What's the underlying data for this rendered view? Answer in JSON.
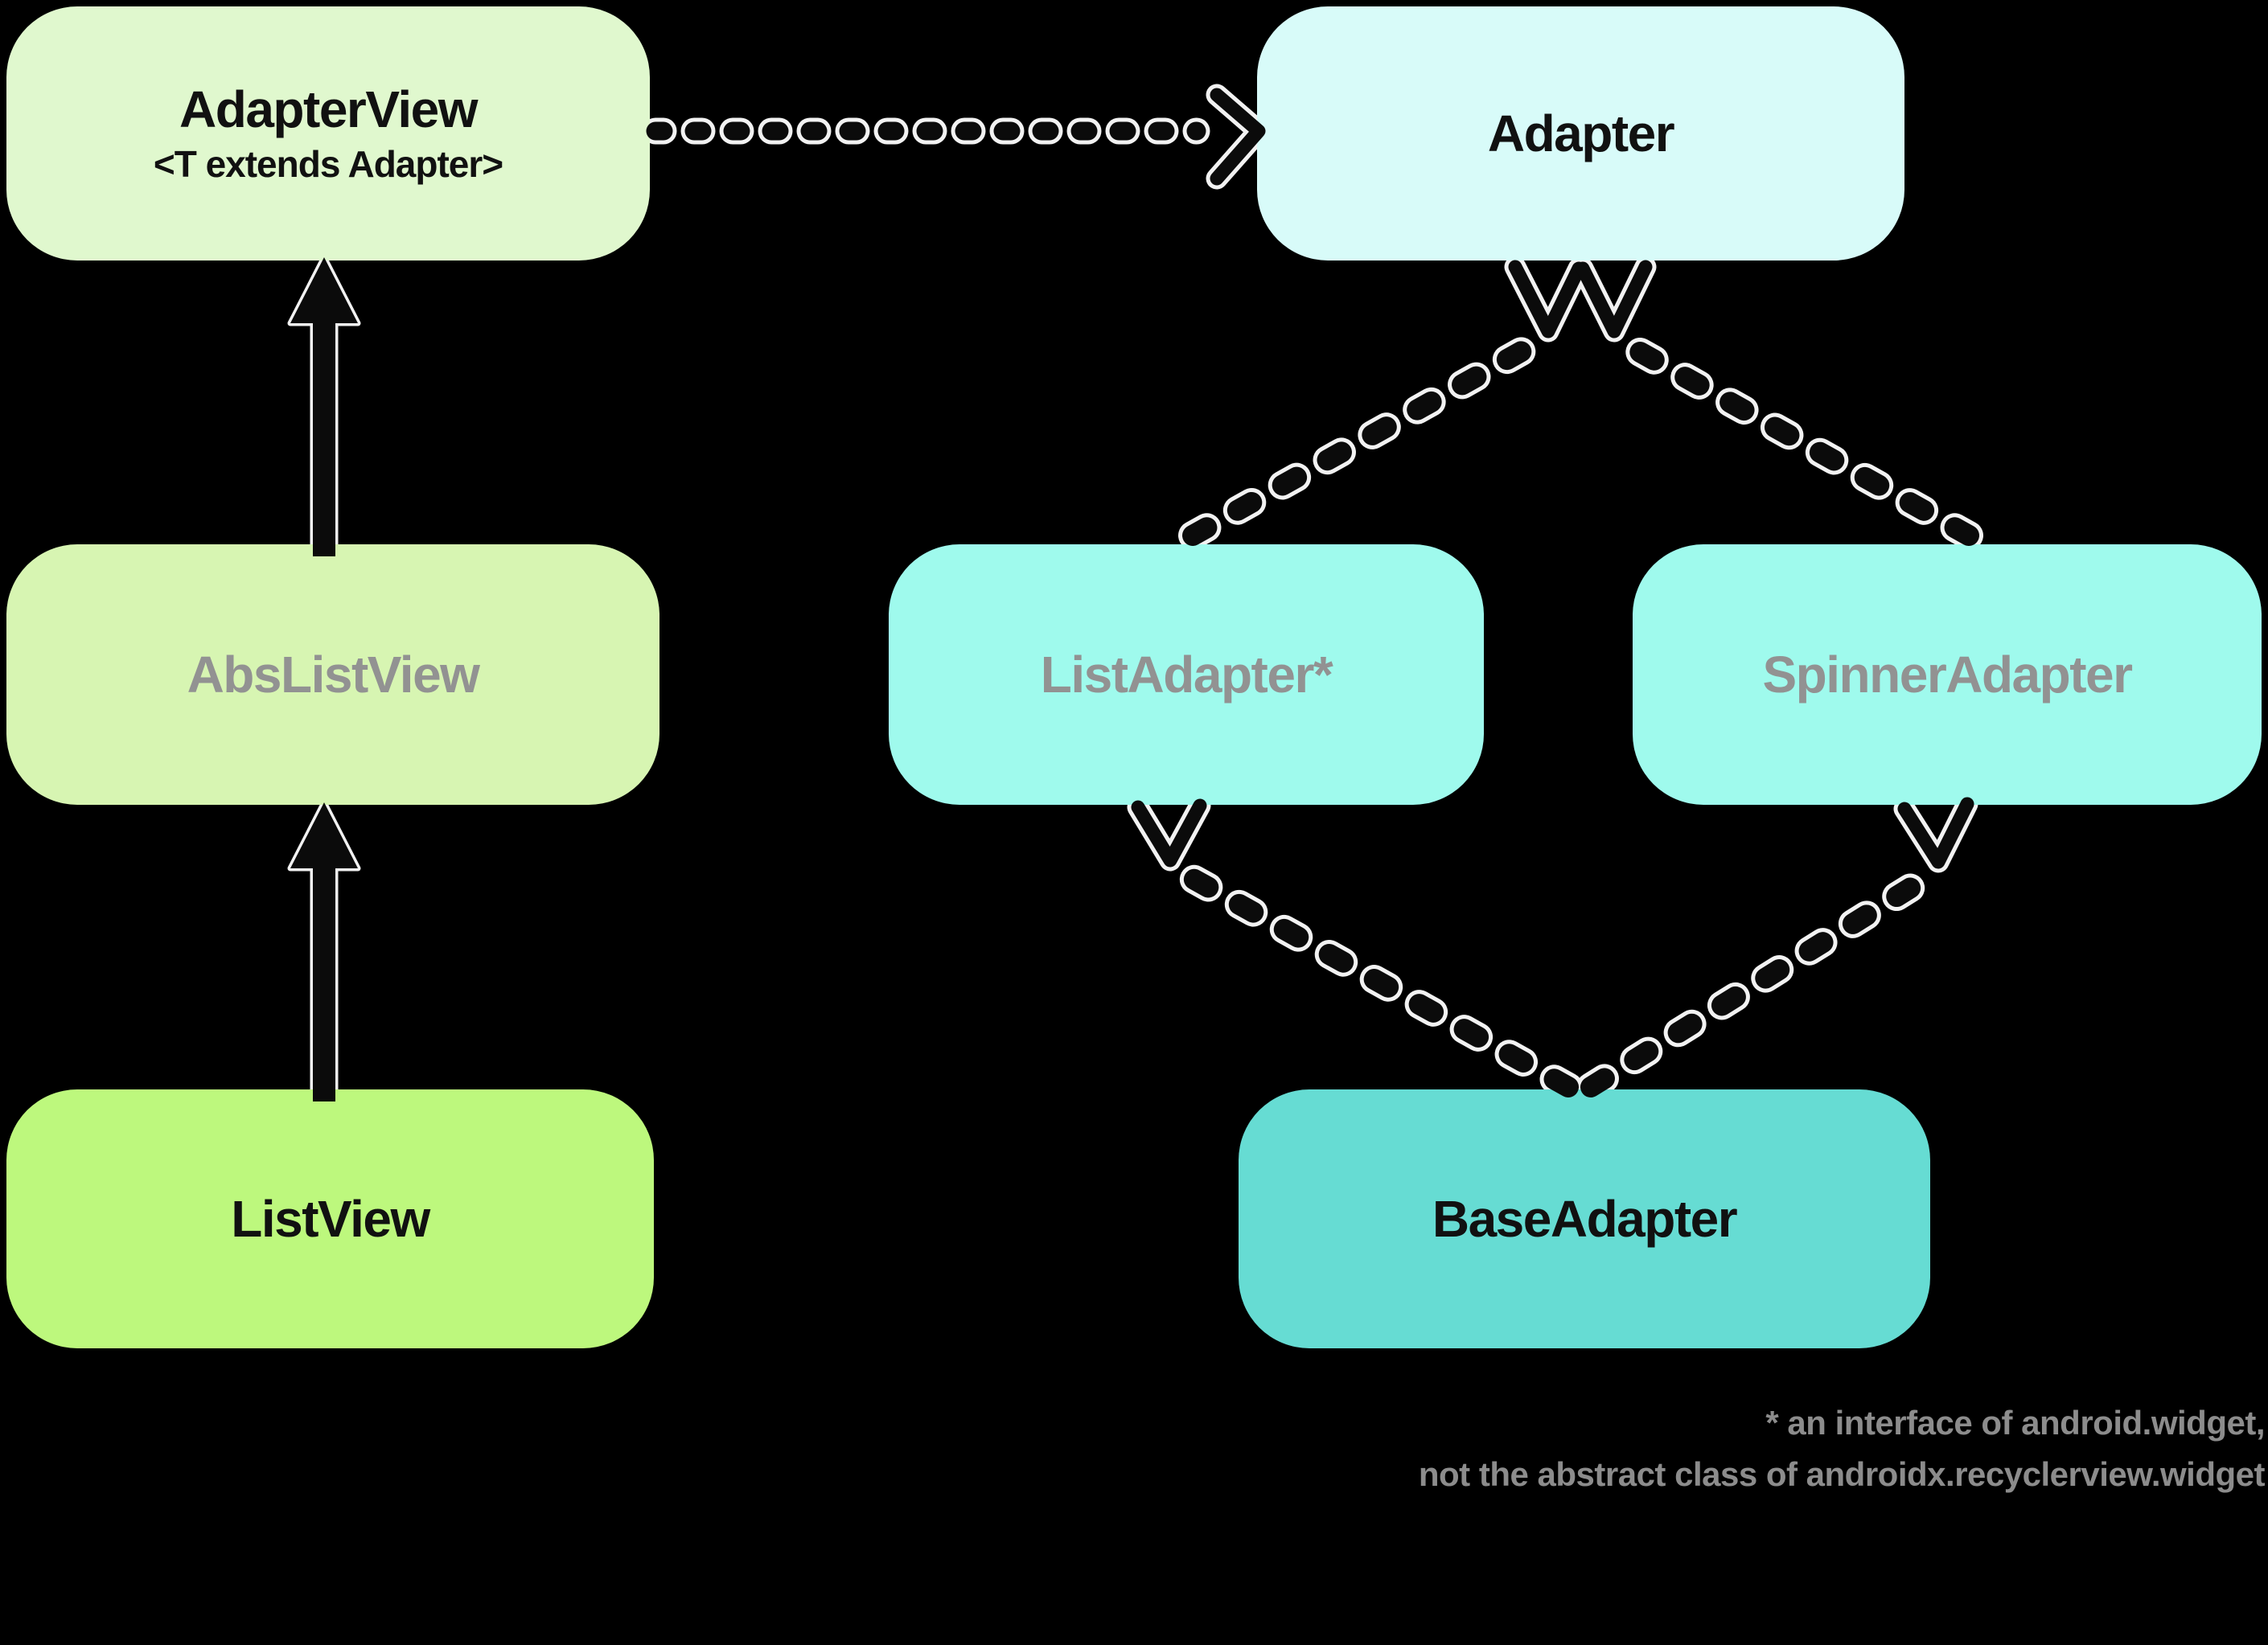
{
  "theme": {
    "ink": "#0b0b0b",
    "halo": "#f2f2f2",
    "bg": "#000000"
  },
  "diagram": {
    "nodes": {
      "adapterview": {
        "label": "AdapterView",
        "sublabel": "<T extends Adapter>",
        "fill": "#e0f8ce",
        "text_color": "#111111"
      },
      "adapter": {
        "label": "Adapter",
        "fill": "#d8fbf9",
        "text_color": "#111111"
      },
      "abslistview": {
        "label": "AbsListView",
        "fill": "#d7f5b2",
        "text_color": "#929292"
      },
      "listadapter": {
        "label": "ListAdapter*",
        "fill": "#9ffaed",
        "text_color": "#929292"
      },
      "spinneradapter": {
        "label": "SpinnerAdapter",
        "fill": "#9ffaed",
        "text_color": "#929292"
      },
      "listview": {
        "label": "ListView",
        "fill": "#bdf87d",
        "text_color": "#111111"
      },
      "baseadapter": {
        "label": "BaseAdapter",
        "fill": "#66dcd3",
        "text_color": "#111111"
      }
    },
    "edges": [
      {
        "from": "AbsListView",
        "to": "AdapterView",
        "style": "solid",
        "arrowhead": "filled-triangle"
      },
      {
        "from": "ListView",
        "to": "AbsListView",
        "style": "solid",
        "arrowhead": "filled-triangle"
      },
      {
        "from": "AdapterView",
        "to": "Adapter",
        "style": "dashed",
        "arrowhead": "open-chevron"
      },
      {
        "from": "ListAdapter*",
        "to": "Adapter",
        "style": "dashed",
        "arrowhead": "open-chevron"
      },
      {
        "from": "SpinnerAdapter",
        "to": "Adapter",
        "style": "dashed",
        "arrowhead": "open-chevron"
      },
      {
        "from": "BaseAdapter",
        "to": "ListAdapter*",
        "style": "dashed",
        "arrowhead": "open-chevron"
      },
      {
        "from": "BaseAdapter",
        "to": "SpinnerAdapter",
        "style": "dashed",
        "arrowhead": "open-chevron"
      }
    ],
    "footnote": {
      "color": "#8c8c8c",
      "line1": "* an interface of android.widget,",
      "line2": "not the abstract class of androidx.recyclerview.widget"
    }
  }
}
